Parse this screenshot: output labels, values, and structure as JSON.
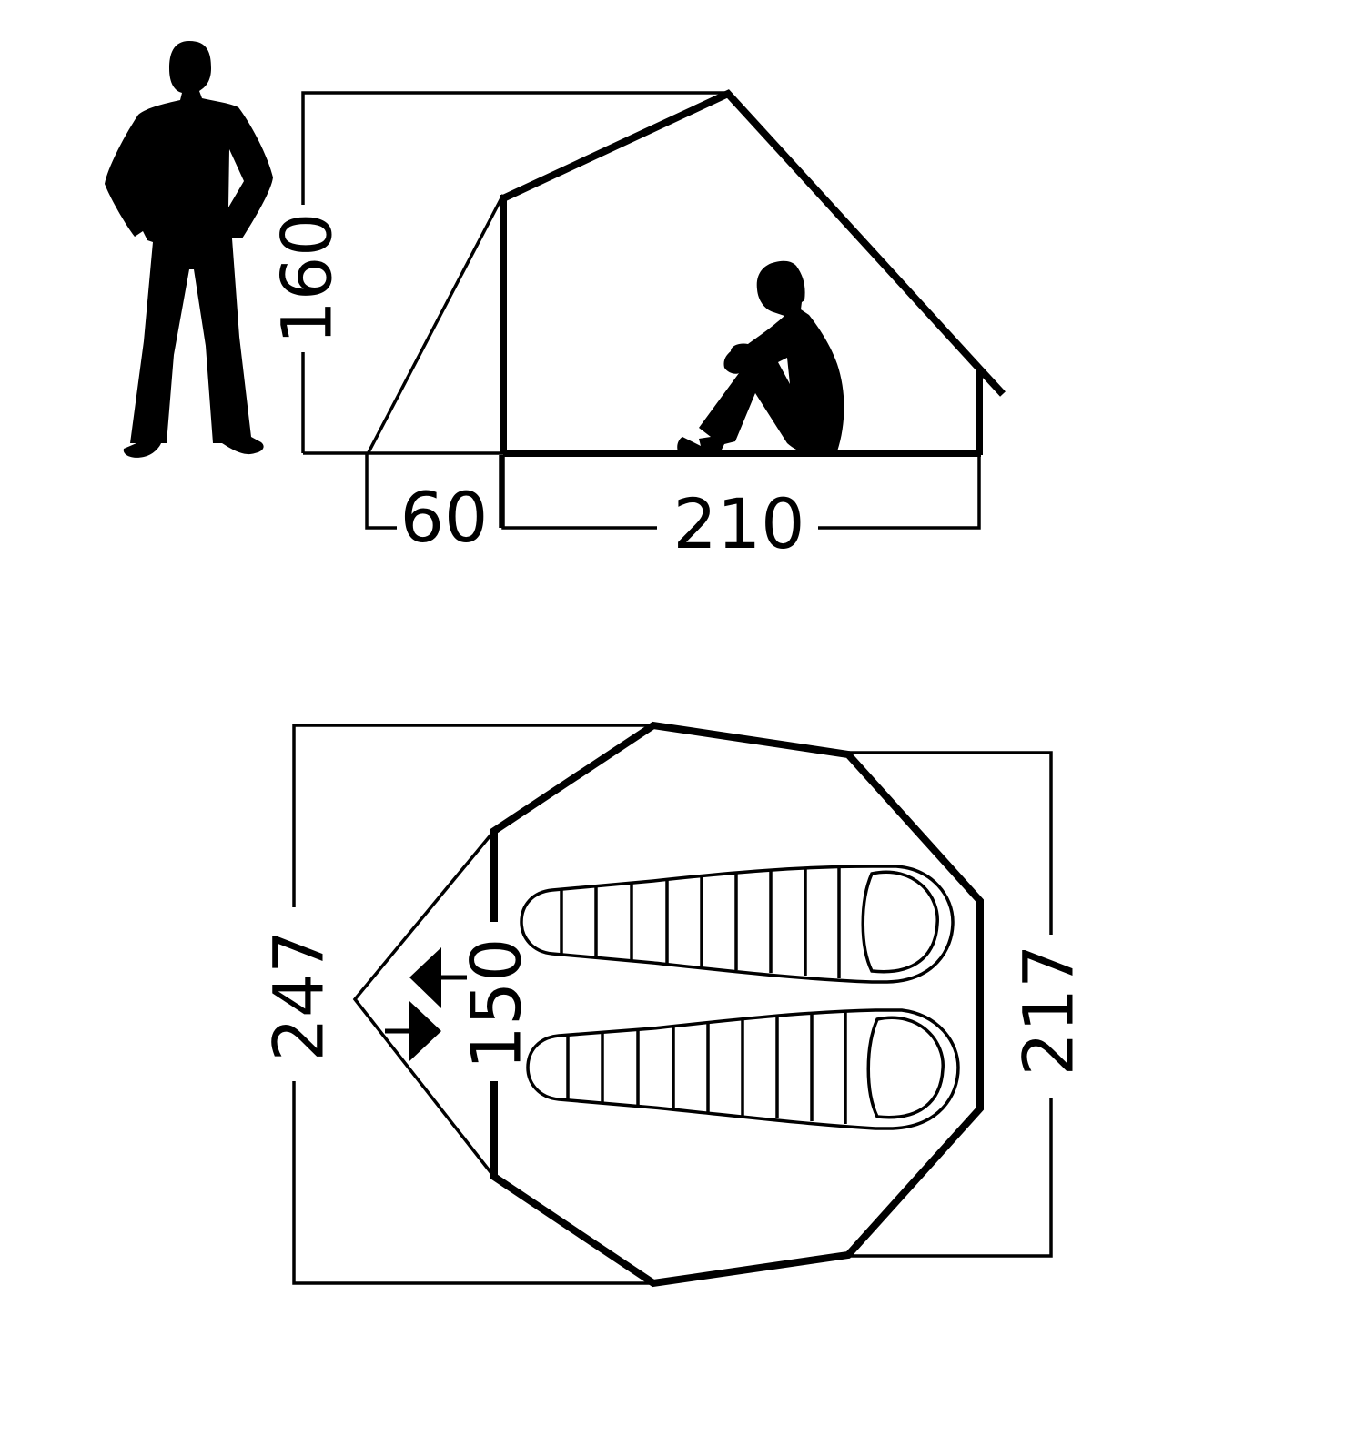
{
  "side_view": {
    "height_label": "160",
    "vestibule_length_label": "60",
    "inner_length_label": "210"
  },
  "top_view": {
    "total_width_label": "247",
    "vestibule_width_label": "150",
    "inner_width_label": "217"
  },
  "colors": {
    "line": "#000000",
    "background": "#ffffff"
  },
  "icons": [
    "standing-person-icon",
    "sitting-person-icon",
    "sleeping-bag-icon",
    "door-arrow-icon"
  ]
}
